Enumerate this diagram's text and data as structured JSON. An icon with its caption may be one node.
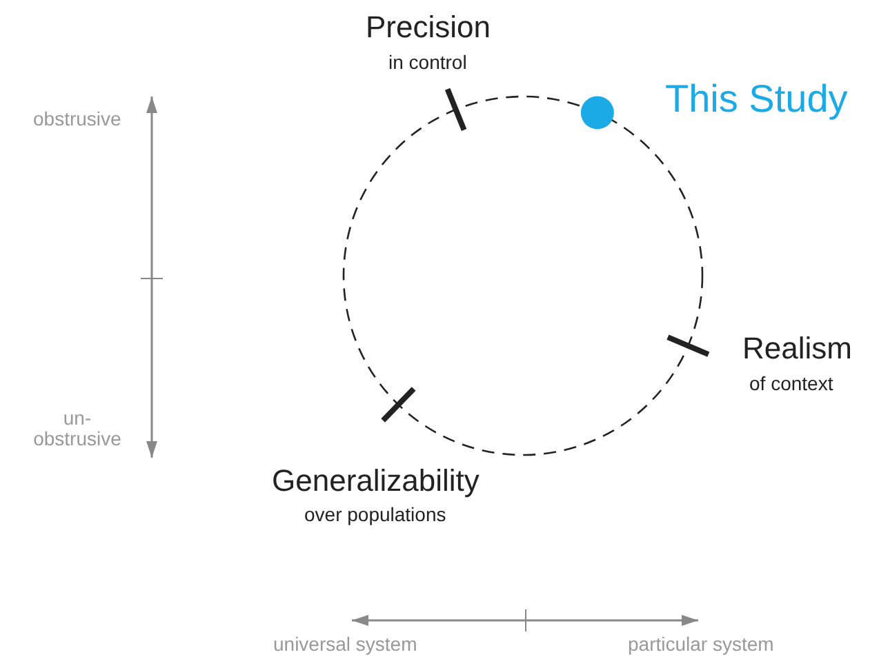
{
  "diagram": {
    "labels": [
      "Precision",
      "in control",
      "This Study",
      "obstrusive",
      "Realism",
      "of context",
      "un- obstrusive",
      "Generalizability",
      "over populations",
      "universal system",
      "particular system"
    ]
  }
}
